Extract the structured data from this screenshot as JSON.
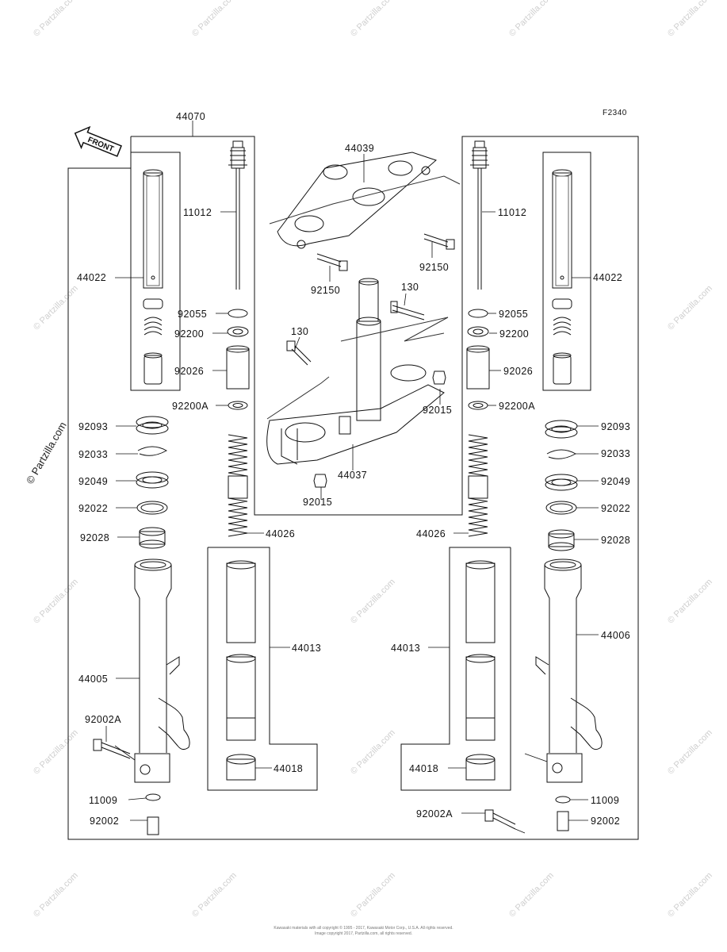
{
  "figure_id": "F2340",
  "front_label": "FRONT",
  "watermark": "© Partzilla.com",
  "footer": {
    "line1": "Kawasaki materials with all copyright © 1995 - 2017, Kawasaki Motor Corp., U.S.A. All rights reserved.",
    "line2": "Image copyright 2017, Partzilla.com, all rights reserved."
  },
  "labels": {
    "p44070": "44070",
    "p44039": "44039",
    "p11012_l": "11012",
    "p11012_r": "11012",
    "p44022_l": "44022",
    "p44022_r": "44022",
    "p92150_a": "92150",
    "p92150_b": "92150",
    "p130_a": "130",
    "p130_b": "130",
    "p92055_l": "92055",
    "p92055_r": "92055",
    "p92200_l": "92200",
    "p92200_r": "92200",
    "p92026_l": "92026",
    "p92026_r": "92026",
    "p92200A_l": "92200A",
    "p92200A_r": "92200A",
    "p92015_a": "92015",
    "p92015_b": "92015",
    "p44037": "44037",
    "p92093_l": "92093",
    "p92093_r": "92093",
    "p92033_l": "92033",
    "p92033_r": "92033",
    "p92049_l": "92049",
    "p92049_r": "92049",
    "p92022_l": "92022",
    "p92022_r": "92022",
    "p92028_l": "92028",
    "p92028_r": "92028",
    "p44026_l": "44026",
    "p44026_r": "44026",
    "p44013_l": "44013",
    "p44013_r": "44013",
    "p44005": "44005",
    "p44006": "44006",
    "p92002A_l": "92002A",
    "p92002A_r": "92002A",
    "p44018_l": "44018",
    "p44018_r": "44018",
    "p11009_l": "11009",
    "p11009_r": "11009",
    "p92002_l": "92002",
    "p92002_r": "92002"
  }
}
